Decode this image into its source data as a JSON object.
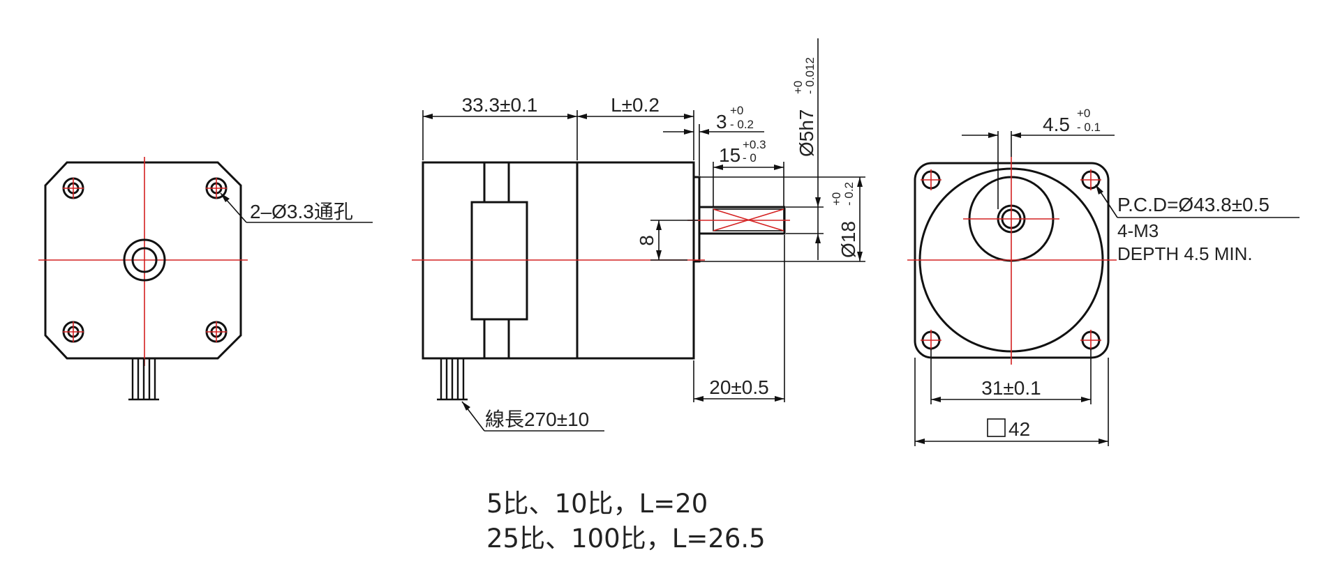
{
  "front_view": {
    "hole_callout": "2–Ø3.3通孔"
  },
  "side_view": {
    "dim_motor_length": "33.3±0.1",
    "dim_gearbox_length": "L±0.2",
    "dim_flange": "3",
    "dim_flange_tol_upper": "+0",
    "dim_flange_tol_lower": "- 0.2",
    "dim_key_length": "15",
    "dim_key_tol_upper": "+0.3",
    "dim_key_tol_lower": "- 0",
    "dim_shaft_dia": "Ø5h7",
    "dim_shaft_tol_upper": "+0",
    "dim_shaft_tol_lower": "- 0.012",
    "dim_boss_dia": "Ø18",
    "dim_boss_tol_upper": "+0",
    "dim_boss_tol_lower": "- 0.2",
    "dim_flat": "8",
    "dim_shaft_length": "20±0.5",
    "wire_callout": "線長270±10"
  },
  "rear_view": {
    "dim_shaft_offset": "4.5",
    "dim_offset_tol_upper": "+0",
    "dim_offset_tol_lower": "- 0.1",
    "pcd_callout": "P.C.D=Ø43.8±0.5",
    "thread_callout": "4-M3",
    "depth_callout": "DEPTH 4.5 MIN.",
    "dim_hole_spacing": "31±0.1",
    "dim_square": "42"
  },
  "ratio_notes": {
    "line1": "5比、10比，L=20",
    "line2": "25比、100比，L=26.5"
  }
}
